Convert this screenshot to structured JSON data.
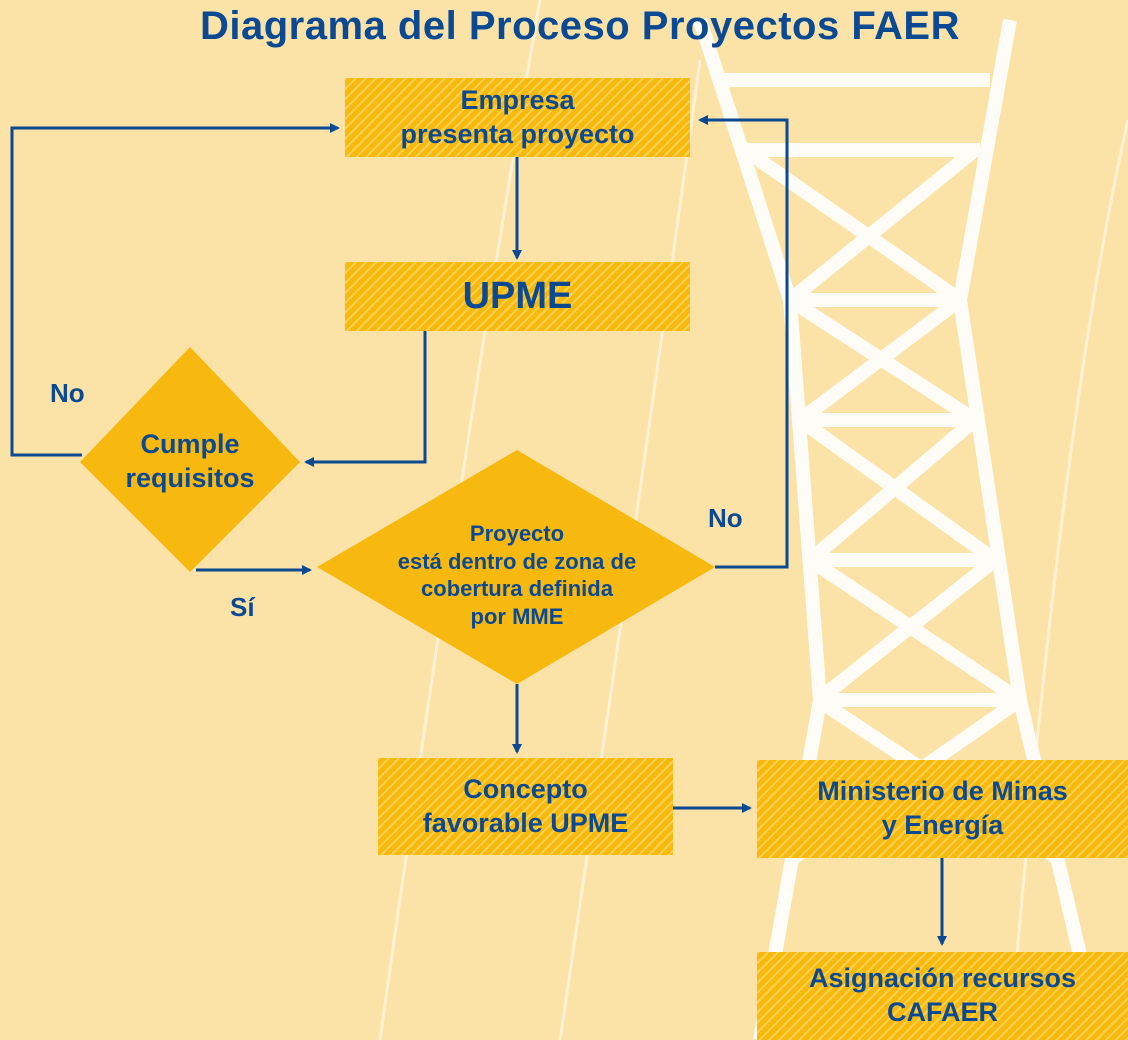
{
  "title": "Diagrama del Proceso Proyectos FAER",
  "nodes": {
    "empresa": "Empresa\npresenta proyecto",
    "upme": "UPME",
    "cumple": "Cumple\nrequisitos",
    "zona": "Proyecto\nestá dentro de zona de\ncobertura definida\npor MME",
    "concepto": "Concepto\nfavorable UPME",
    "ministerio": "Ministerio de Minas\ny Energía",
    "asignacion": "Asignación recursos\nCAFAER"
  },
  "edge_labels": {
    "cumple_no": "No",
    "cumple_si": "Sí",
    "zona_no": "No"
  },
  "colors": {
    "background": "#fbe3a8",
    "box_fill": "#f7b810",
    "text_and_arrows": "#0b4a93",
    "tower": "#ffffff"
  }
}
